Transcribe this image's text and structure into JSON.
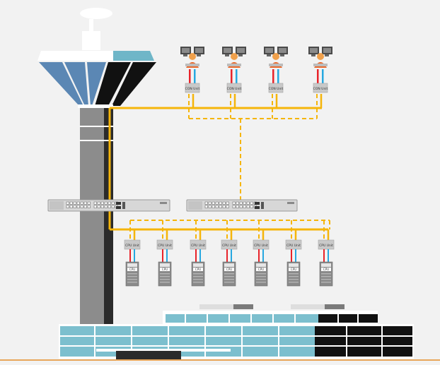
{
  "labels": {
    "con_unit": "CON Unit",
    "cpu_unit": "CPU Unit",
    "cpu": "CPU"
  },
  "con_unit_count": 4,
  "cpu_unit_count": 7,
  "switch_count": 2,
  "colors": {
    "background": "#f2f2f2",
    "link": "#f5b50a",
    "signal_red": "#e8232a",
    "signal_blue": "#27a8e0",
    "tower_gray": "#8c8c8c",
    "tower_dark": "#2b2b2b",
    "glass_blue": "#5b87b4",
    "glass_light": "#6fb6c8",
    "building_blue": "#7cbfce",
    "building_black": "#111111",
    "operator_orange": "#e8672a"
  }
}
